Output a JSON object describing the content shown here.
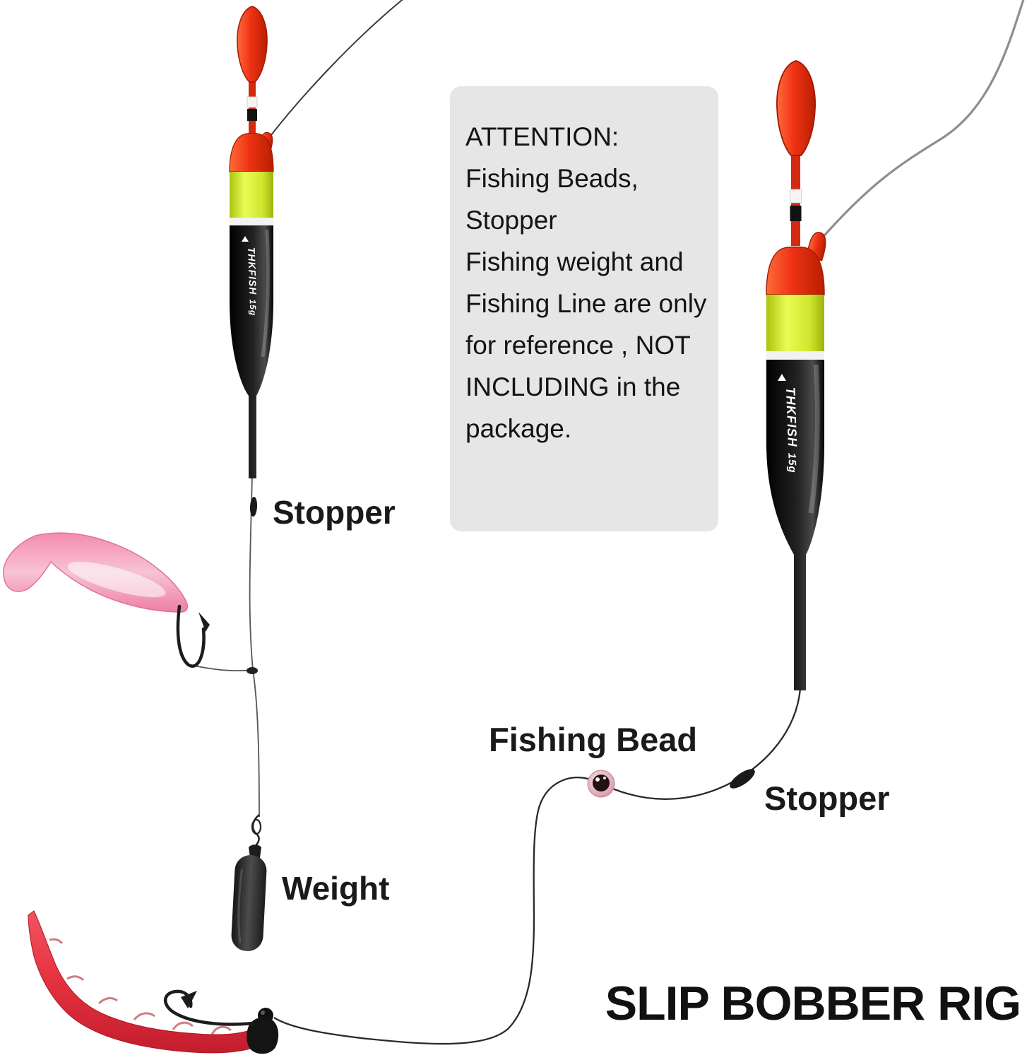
{
  "title": "SLIP BOBBER RIG",
  "attention": {
    "lines": [
      "ATTENTION:",
      "Fishing Beads,",
      "Stopper",
      "Fishing weight and",
      "Fishing Line are only",
      "for reference , NOT",
      "INCLUDING in the",
      "package."
    ]
  },
  "labels": {
    "stopper_left": "Stopper",
    "fishing_bead": "Fishing Bead",
    "stopper_right": "Stopper",
    "weight": "Weight"
  },
  "bobbers": {
    "left": {
      "brand": "THKFISH",
      "size": "15g"
    },
    "right": {
      "brand": "THKFISH",
      "size": "15g"
    }
  },
  "colors": {
    "bobber_red": "#e8341c",
    "bobber_yellow": "#d6ec3a",
    "body_black": "#141414",
    "bead_pink": "#dfa8b4",
    "lure_pink": "#f2a0bd",
    "worm_red": "#e23344",
    "line_gray": "#8e8e8e",
    "line_dark": "#2a2a2a",
    "note_bg": "#e6e6e7",
    "text": "#1a1a1a"
  }
}
